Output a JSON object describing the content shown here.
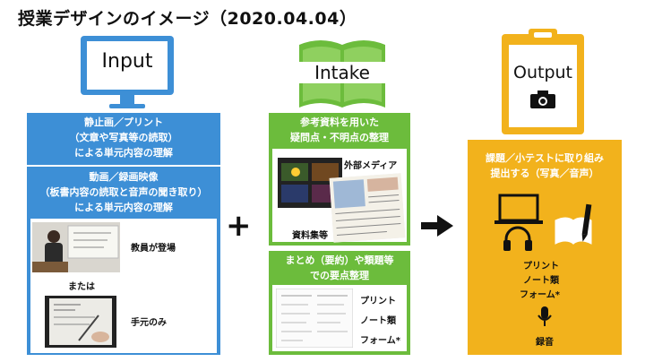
{
  "title": "授業デザインのイメージ（2020.04.04）",
  "colors": {
    "input": "#3d8fd6",
    "intake": "#6cbc3c",
    "output": "#f2b21c"
  },
  "input": {
    "header": "Input",
    "panel1": [
      "静止画／プリント",
      "（文章や写真等の読取）",
      "による単元内容の理解"
    ],
    "panel2": [
      "動画／録画映像",
      "（板書内容の読取と音声の聞き取り）",
      "による単元内容の理解"
    ],
    "teacher_label": "教員が登場",
    "or_label": "または",
    "hands_label": "手元のみ"
  },
  "plus": "+",
  "intake": {
    "header": "Intake",
    "panel1": [
      "参考資料を用いた",
      "疑問点・不明点の整理"
    ],
    "external_media": "外部メディア",
    "materials": "資料集等",
    "panel2": [
      "まとめ（要約）や類題等",
      "での要点整理"
    ],
    "items": [
      "プリント",
      "ノート類",
      "フォーム*"
    ]
  },
  "arrow": "➡",
  "output": {
    "header": "Output",
    "panel": [
      "課題／小テストに取り組み",
      "提出する（写真／音声）"
    ],
    "items": [
      "プリント",
      "ノート類",
      "フォーム*"
    ],
    "recording": "録音"
  },
  "icons": [
    "monitor-icon",
    "book-icon",
    "clipboard-icon",
    "camera-icon",
    "laptop-icon",
    "headphones-icon",
    "notebook-pen-icon",
    "microphone-icon",
    "plus-icon",
    "arrow-right-icon"
  ]
}
